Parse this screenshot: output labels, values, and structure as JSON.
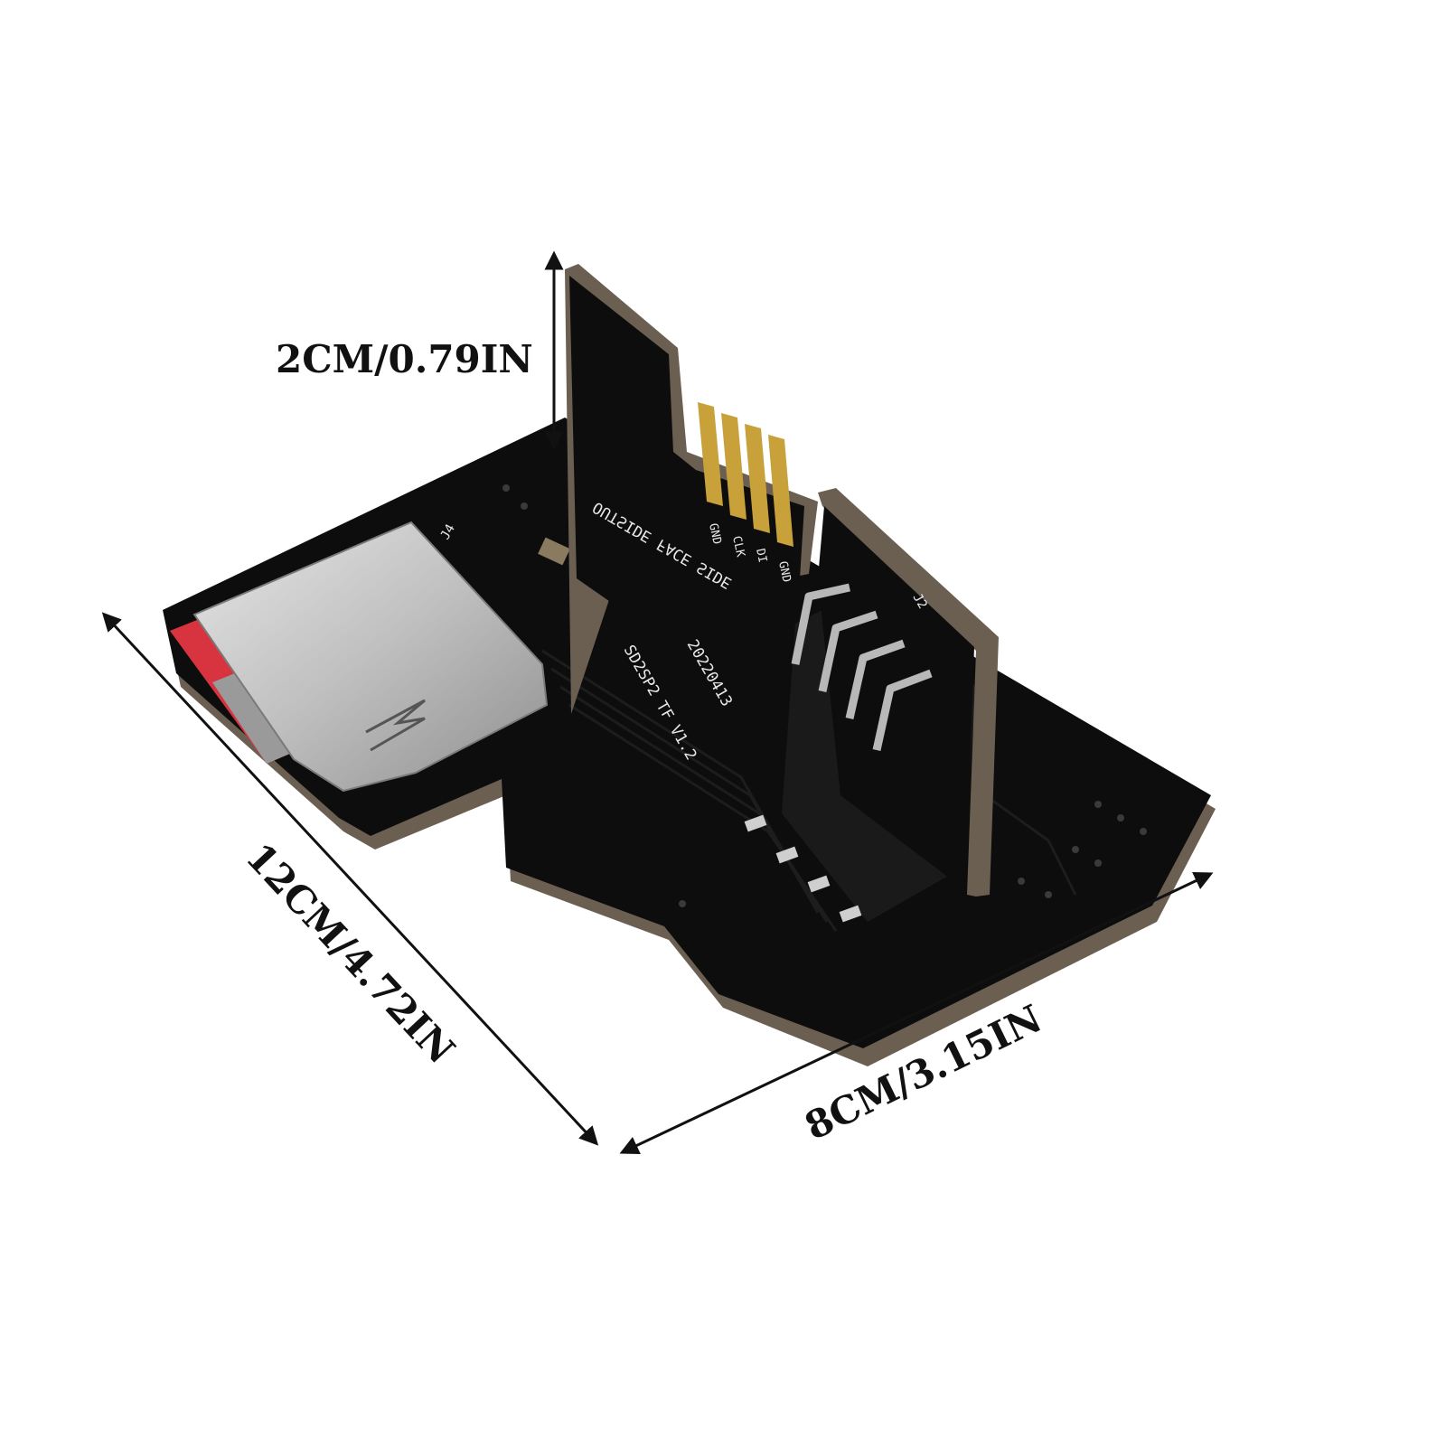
{
  "dimensions": {
    "height_label": "2CM/0.79IN",
    "length_label": "12CM/4.72IN",
    "width_label": "8CM/3.15IN"
  },
  "pcb": {
    "model_label": "SD2SP2 TF V1.2",
    "date_label": "20220413",
    "face_label": "OUTSIDE FACE SIDE",
    "ref_j4": "J4",
    "ref_j2": "J2",
    "pins": [
      "GND",
      "CLK",
      "DI",
      "GND"
    ]
  },
  "colors": {
    "board": "#0d0d0d",
    "board_edge": "#6b5f52",
    "card_slot": "#cfcfcf",
    "card_red": "#d8343f",
    "gold_pad": "#c9a13b",
    "pin_metal": "#b8b8b8"
  }
}
